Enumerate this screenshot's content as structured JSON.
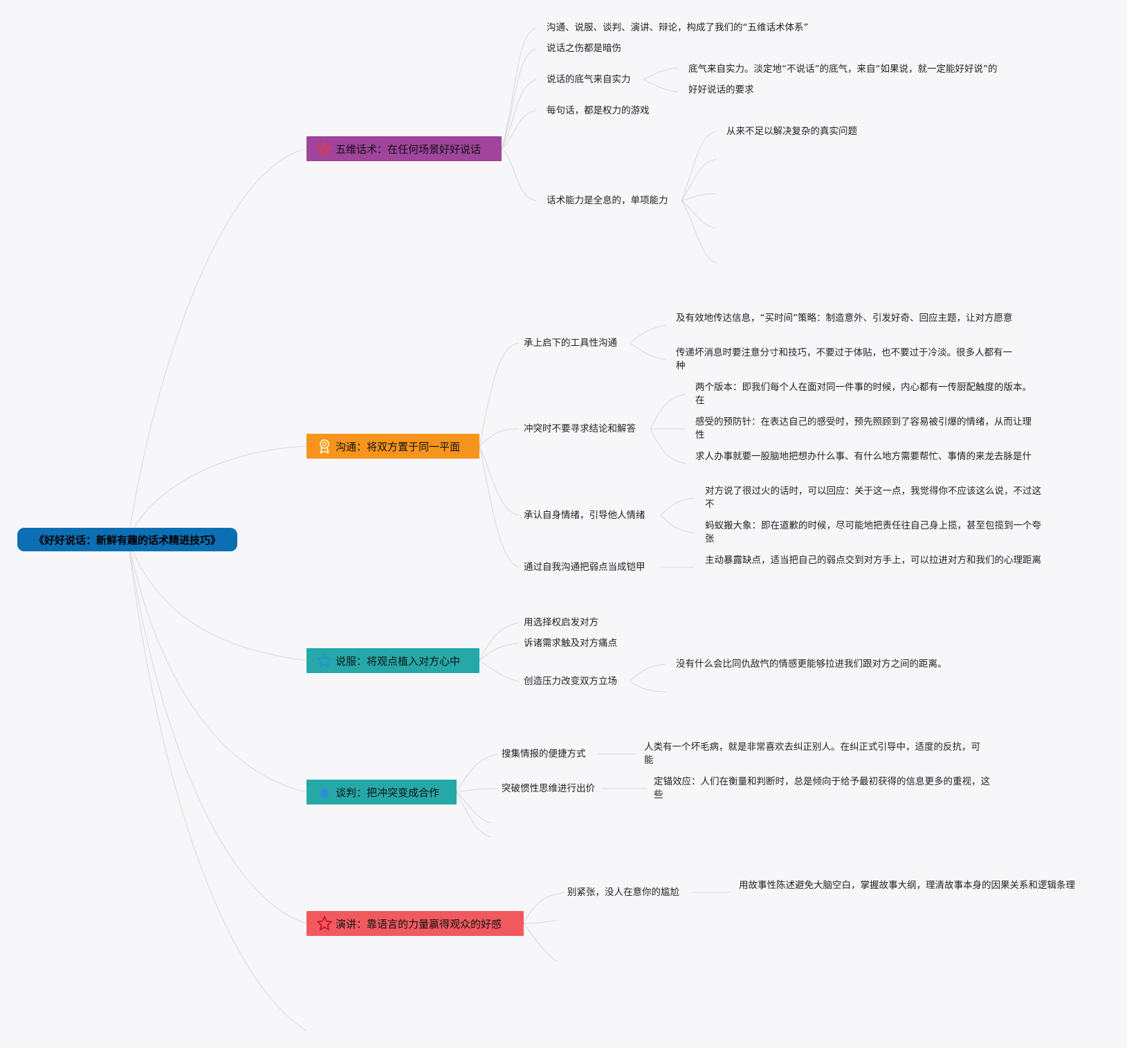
{
  "colors": {
    "root": "#0c6fb4",
    "wuwei": "#a0449c",
    "goutong": "#f7941d",
    "shuofu": "#26a8a8",
    "tanpan": "#26a8a8",
    "yanjiang": "#f05a5f"
  },
  "root": {
    "label": "《好好说话：新鲜有趣的话术精进技巧》"
  },
  "branches": {
    "wuwei": {
      "label": "五维话术：在任何场景好好说话",
      "icon": "star-outline-icon",
      "items": {
        "a": "沟通、说服、谈判、演讲、辩论，构成了我们的“五维话术体系”",
        "b": "说话之伤都是暗伤",
        "c": "说话的底气来自实力",
        "c1": "底气来自实力。淡定地“不说话”的底气，来自“如果说，就一定能好好说”的",
        "c2": "好好说话的要求",
        "d": "每句话，都是权力的游戏",
        "e": "话术能力是全息的，单项能力",
        "e1": "从来不足以解决复杂的真实问题"
      }
    },
    "goutong": {
      "label": "沟通：将双方置于同一平面",
      "icon": "award-icon",
      "items": {
        "a": "承上启下的工具性沟通",
        "a1": "及有效地传达信息，“买时间”策略：制造意外、引发好奇、回应主题，让对方愿意",
        "a2": "传递坏消息时要注意分寸和技巧，不要过于体贴，也不要过于冷淡。很多人都有一种",
        "b": "冲突时不要寻求结论和解答",
        "b1": "两个版本：即我们每个人在面对同一件事的时候，内心都有一传厨配触度的版本。在",
        "b2": "感受的预防针：在表达自己的感受时，预先照顾到了容易被引爆的情绪，从而让理性",
        "b3": "求人办事就要一股脑地把想办什么事、有什么地方需要帮忙、事情的来龙去脉是什",
        "c": "承认自身情绪，引导他人情绪",
        "c1": "对方说了很过火的话时，可以回应：关于这一点，我觉得你不应该这么说，不过这不",
        "c2": "蚂蚁搬大象：即在道歉的时候，尽可能地把责任往自己身上揽，甚至包揽到一个夸张",
        "d": "通过自我沟通把弱点当成铠甲",
        "d1": "主动暴露缺点，适当把自己的弱点交到对方手上，可以拉进对方和我们的心理距离"
      }
    },
    "shuofu": {
      "label": "说服：将观点植入对方心中",
      "icon": "star-outline-icon",
      "items": {
        "a": "用选择权启发对方",
        "b": "诉诸需求触及对方痛点",
        "c": "创造压力改变双方立场",
        "c1": "没有什么会比同仇敌忾的情感更能够拉进我们跟对方之间的距离。"
      }
    },
    "tanpan": {
      "label": "谈判：把冲突变成合作",
      "icon": "flame-icon",
      "items": {
        "a": "搜集情报的便捷方式",
        "a1": "人类有一个坏毛病，就是非常喜欢去纠正别人。在纠正式引导中，适度的反抗，可能",
        "b": "突破惯性思维进行出价",
        "b1": "定锚效应：人们在衡量和判断时，总是倾向于给予最初获得的信息更多的重视，这些"
      }
    },
    "yanjiang": {
      "label": "演讲：靠语言的力量赢得观众的好感",
      "icon": "star-outline-icon",
      "items": {
        "a": "别紧张，没人在意你的尴尬",
        "a1": "用故事性陈述避免大脑空白，掌握故事大纲，理清故事本身的因果关系和逻辑条理"
      }
    }
  }
}
